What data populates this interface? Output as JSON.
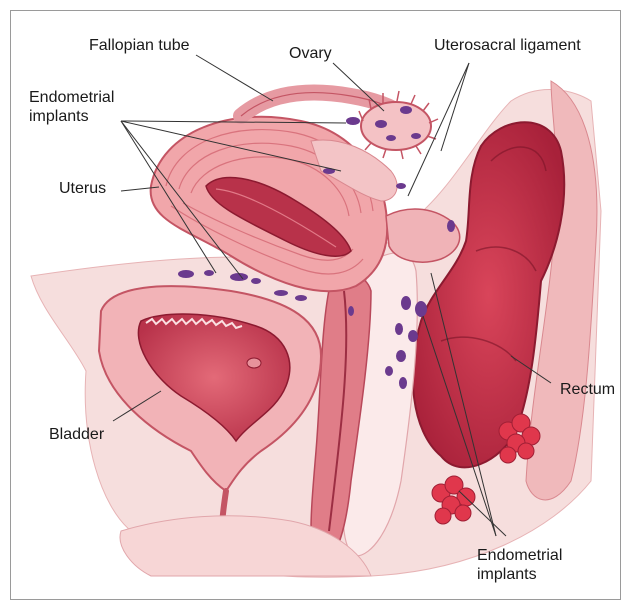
{
  "labels": {
    "fallopian_tube": "Fallopian tube",
    "ovary": "Ovary",
    "uterosacral_ligament": "Uterosacral ligament",
    "endometrial_implants_top_1": "Endometrial",
    "endometrial_implants_top_2": "implants",
    "uterus": "Uterus",
    "bladder": "Bladder",
    "rectum": "Rectum",
    "endometrial_implants_bottom_1": "Endometrial",
    "endometrial_implants_bottom_2": "implants"
  },
  "colors": {
    "tissue_light": "#f2c6c4",
    "tissue_mid": "#e48f94",
    "tissue_dark": "#c4384c",
    "tissue_deep": "#a01f35",
    "implant": "#6b3a8e",
    "line": "#333333"
  }
}
